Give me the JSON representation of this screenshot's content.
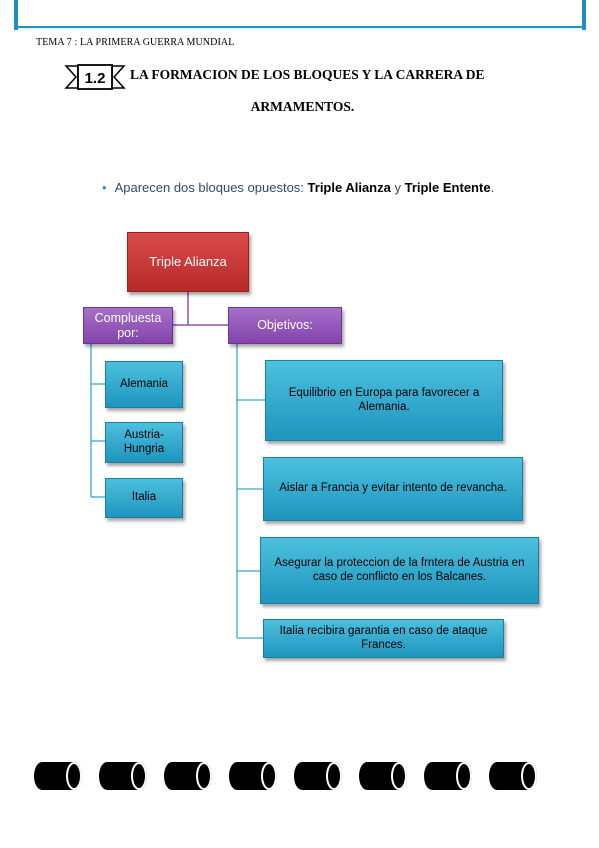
{
  "header": {
    "text": "TEMA 7 : LA PRIMERA GUERRA MUNDIAL"
  },
  "section": {
    "number": "1.2",
    "title_line1": "LA FORMACION DE LOS BLOQUES Y LA CARRERA DE",
    "title_line2": "ARMAMENTOS."
  },
  "bullet": {
    "text_before": "Aparecen dos bloques opuestos: ",
    "bold1": "Triple Alianza",
    "connector": " y ",
    "bold2": "Triple Entente",
    "end": "."
  },
  "diagram": {
    "root": "Triple Alianza",
    "left_header": "Compluesta por:",
    "right_header": "Objetivos:",
    "members": [
      "Alemania",
      "Austria-Hungria",
      "Italia"
    ],
    "objectives": [
      "Equilibrio en Europa para favorecer a Alemania.",
      "Aislar a Francia y evitar intento de revancha.",
      "Asegurar la proteccion de la frntera de Austria en caso de conflicto en los Balcanes.",
      "Italia recibira garantia en caso de ataque Frances."
    ]
  },
  "colors": {
    "frame": "#1f8fc4",
    "root": "#c23434",
    "headers": "#8f52b8",
    "items": "#2ba8cf"
  },
  "footer": {
    "icon": "scroll-roll-icon",
    "count": 8
  }
}
